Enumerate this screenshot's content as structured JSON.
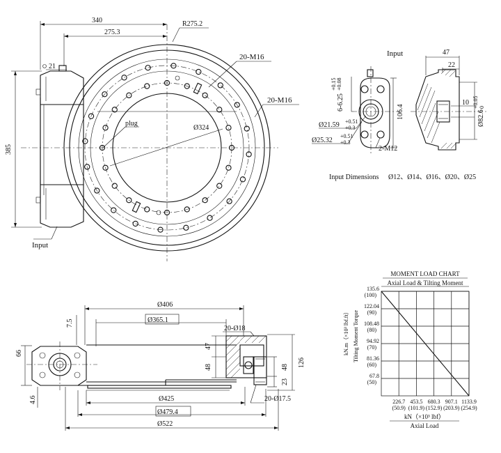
{
  "front_view": {
    "dims": {
      "w340": "340",
      "w275": "275.3",
      "r275": "R275.2",
      "m16_top": "20-M16",
      "m16_right": "20-M16",
      "o21": "21",
      "plug": "plug",
      "d324": "Ø324",
      "h385": "385"
    },
    "input_label": "Input"
  },
  "input_view": {
    "title": "Input",
    "dims": {
      "w47": "47",
      "w22": "22",
      "tol_625": "6-6.25",
      "tol_625_up": "+0.15",
      "tol_625_dn": "+0.08",
      "d2159": "Ø21.59",
      "d2159_up": "+0.51",
      "d2159_dn": "+0.3",
      "d2532": "Ø25.32",
      "d2532_up": "+0.51",
      "d2532_dn": "+0.3",
      "m12": "2-M12",
      "h1064": "106.4",
      "h10": "10",
      "d826": "Ø82.6",
      "d826_up": "+0.05",
      "d826_dn": "0"
    },
    "dims_label": "Input Dimensions",
    "dims_list": "Ø12、Ø14、Ø16、Ø20、Ø25"
  },
  "side_view": {
    "dims": {
      "d406": "Ø406",
      "d3651": "Ø365.1",
      "h75": "7.5",
      "d18": "20-Ø18",
      "h47": "47",
      "h48a": "48",
      "h48b": "48",
      "h23": "23",
      "h126": "126",
      "h66": "66",
      "h46": "4.6",
      "d425": "Ø425",
      "d175": "20-Ø17.5",
      "d4794": "Ø479.4",
      "d522": "Ø522"
    }
  },
  "chart_data": {
    "type": "line",
    "title": "MOMENT LOAD CHART",
    "subtitle": "Axial Load & Tilting Moment",
    "ylabel_unit": "kN.m（×10³ lbf.ft）",
    "ylabel": "Tilting Moment Torque",
    "xlabel_unit": "kN（×10³ lbf）",
    "xlabel": "Axial Load",
    "y_ticks": [
      {
        "primary": "135.6",
        "secondary": "(100)"
      },
      {
        "primary": "122.04",
        "secondary": "(90)"
      },
      {
        "primary": "108.48",
        "secondary": "(80)"
      },
      {
        "primary": "94.92",
        "secondary": "(70)"
      },
      {
        "primary": "81.36",
        "secondary": "(60)"
      },
      {
        "primary": "67.8",
        "secondary": "(50)"
      }
    ],
    "x_ticks": [
      {
        "primary": "226.7",
        "secondary": "(50.9)"
      },
      {
        "primary": "453.5",
        "secondary": "(101.9)"
      },
      {
        "primary": "680.3",
        "secondary": "(152.9)"
      },
      {
        "primary": "907.1",
        "secondary": "(203.9)"
      },
      {
        "primary": "1133.9",
        "secondary": "(254.9)"
      }
    ],
    "ylim": [
      54.24,
      135.6
    ],
    "xlim": [
      0,
      1133.9
    ],
    "series": [
      {
        "x": [
          0,
          1133.9
        ],
        "y": [
          135.6,
          54.24
        ]
      }
    ],
    "grid": true
  }
}
